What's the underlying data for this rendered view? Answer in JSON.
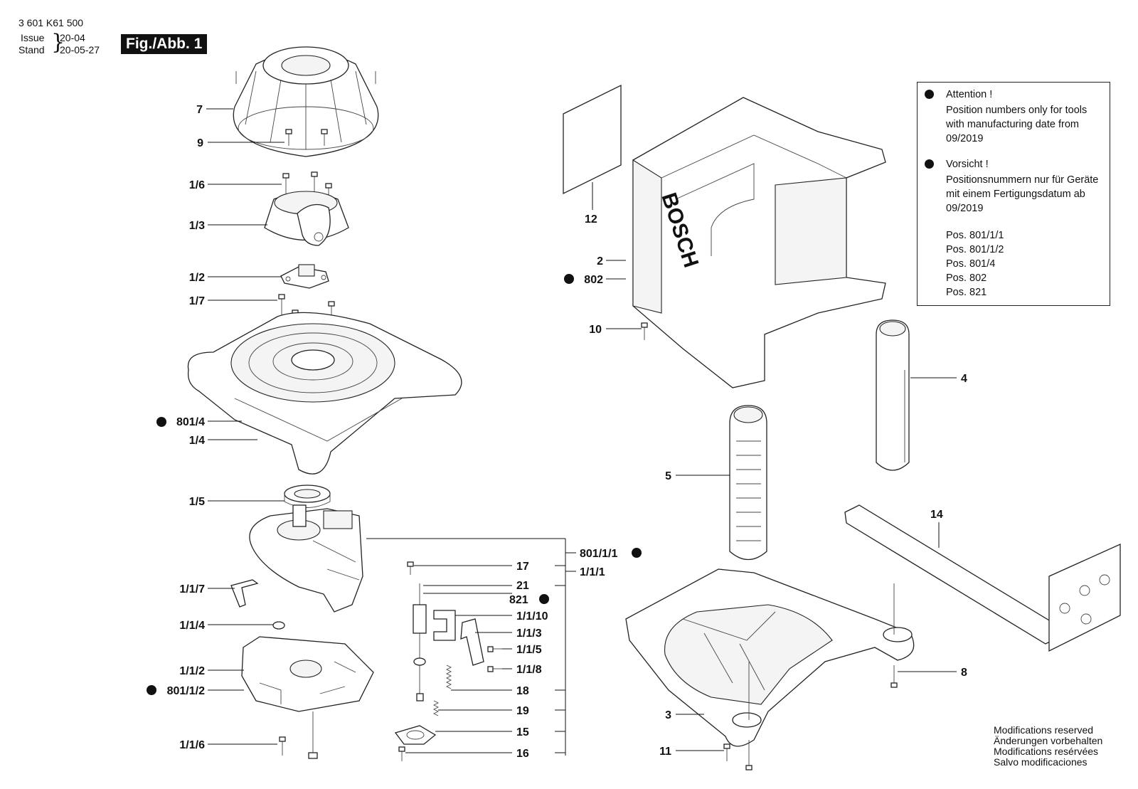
{
  "header": {
    "part_number": "3 601 K61 500",
    "issue_label": "Issue",
    "issue_value": "20-04",
    "stand_label": "Stand",
    "stand_value": "20-05-27",
    "figure": "Fig./Abb. 1"
  },
  "note": {
    "en_title": "Attention !",
    "en_line1": "Position numbers only for tools",
    "en_line2": "with manufacturing date from",
    "en_line3": "09/2019",
    "de_title": "Vorsicht !",
    "de_line1": "Positionsnummern nur für Geräte",
    "de_line2": "mit einem Fertigungsdatum ab",
    "de_line3": "09/2019",
    "positions": [
      "Pos. 801/1/1",
      "Pos. 801/1/2",
      "Pos. 801/4",
      "Pos. 802",
      "Pos. 821"
    ]
  },
  "brand_on_housing": "BOSCH",
  "labels": {
    "p7": "7",
    "p9": "9",
    "p1_6": "1/6",
    "p1_3": "1/3",
    "p1_2": "1/2",
    "p1_7": "1/7",
    "p801_4": "801/4",
    "p1_4": "1/4",
    "p1_5": "1/5",
    "p1_1_7": "1/1/7",
    "p1_1_4": "1/1/4",
    "p1_1_2": "1/1/2",
    "p801_1_2": "801/1/2",
    "p1_1_6": "1/1/6",
    "p17": "17",
    "p21": "21",
    "p821": "821",
    "p1_1_10": "1/1/10",
    "p1_1_3": "1/1/3",
    "p1_1_5": "1/1/5",
    "p1_1_8": "1/1/8",
    "p18": "18",
    "p19": "19",
    "p15": "15",
    "p16": "16",
    "p801_1_1": "801/1/1",
    "p1_1_1": "1/1/1",
    "p12": "12",
    "p2": "2",
    "p802": "802",
    "p10": "10",
    "p4": "4",
    "p5": "5",
    "p14": "14",
    "p8": "8",
    "p3": "3",
    "p11": "11"
  },
  "modifications": [
    "Modifications reserved",
    "Änderungen vorbehalten",
    "Modifications resérvées",
    "Salvo modificaciones"
  ]
}
